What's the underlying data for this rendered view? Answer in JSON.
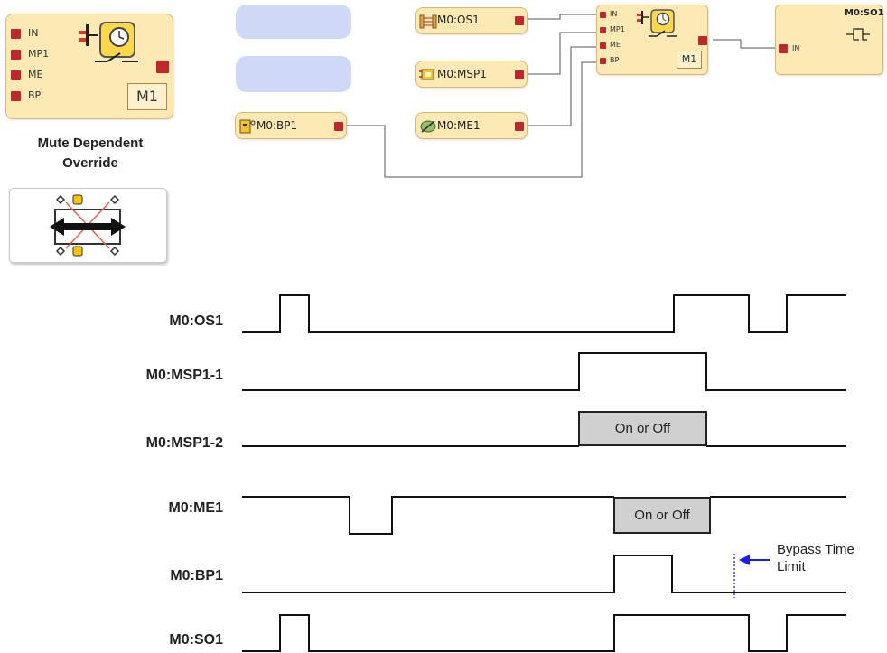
{
  "palette": {
    "block_fill": "#fde9b4",
    "block_border": "#e2b76a",
    "pin": "#c0272d",
    "placeholder": "#cfd9f7",
    "wire": "#555555",
    "signal": "#111111",
    "on_or_off_fill": "#d0d0d0",
    "bypass_marker": "#1a1aff"
  },
  "legend_block": {
    "pins": [
      "IN",
      "MP1",
      "ME",
      "BP"
    ],
    "tag": "M1",
    "icon": "mute-override-icon"
  },
  "caption": {
    "line1": "Mute Dependent",
    "line2": "Override"
  },
  "resize_icon": "resize-arrows-icon",
  "diagram": {
    "nodes": {
      "os1": "M0:OS1",
      "msp1": "M0:MSP1",
      "me1": "M0:ME1",
      "bp1": "M0:BP1"
    },
    "function_block": {
      "pins": [
        "IN",
        "MP1",
        "ME",
        "BP"
      ],
      "tag": "M1"
    },
    "output_block": {
      "title": "M0:SO1",
      "pin": "IN",
      "icon": "safety-output-icon"
    }
  },
  "timing": {
    "signals": [
      {
        "name": "M0:OS1",
        "waveform": "high 0.06–0.12, 0.72–0.85, 0.91–1.00"
      },
      {
        "name": "M0:MSP1-1",
        "waveform": "high 0.56–0.78"
      },
      {
        "name": "M0:MSP1-2",
        "waveform": "On or Off 0.56–0.78"
      },
      {
        "name": "M0:ME1",
        "waveform": "low 0.18–0.25; On or Off 0.62–0.77"
      },
      {
        "name": "M0:BP1",
        "waveform": "high 0.62–0.72"
      },
      {
        "name": "M0:SO1",
        "waveform": "high 0.06–0.12, 0.62–0.85, 0.91–1.00"
      }
    ],
    "on_or_off_label": "On or Off",
    "annotation": {
      "line1": "Bypass Time",
      "line2": "Limit"
    }
  }
}
